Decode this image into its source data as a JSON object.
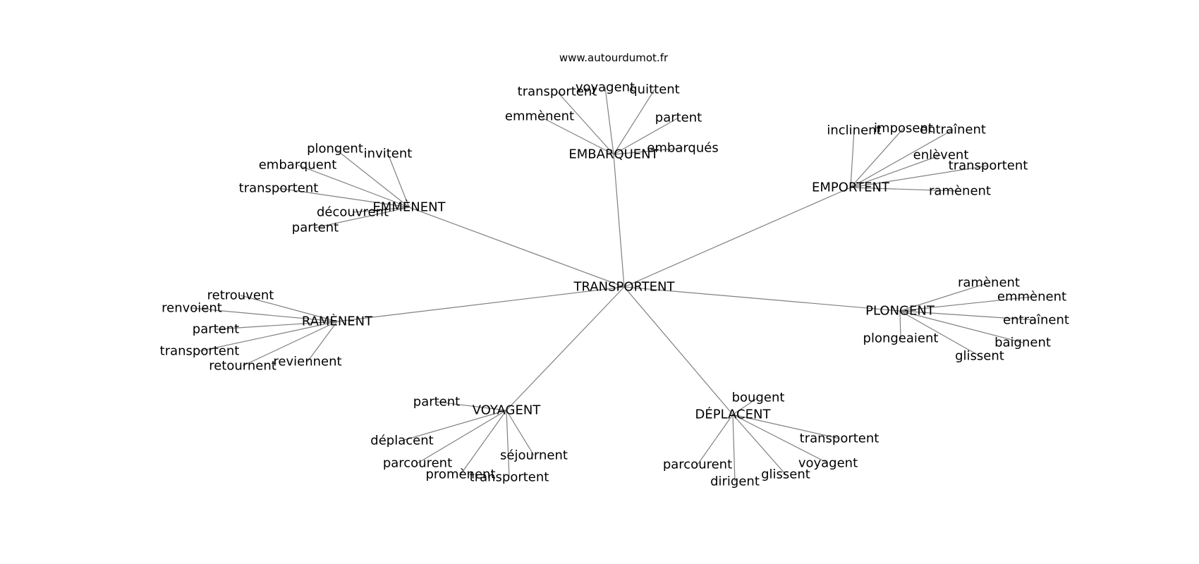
{
  "source": "www.autourdumot.fr",
  "root": "TRANSPORTENT",
  "clusters": [
    {
      "label": "EMBARQUENT",
      "leaves": [
        "transportent",
        "voyagent",
        "quittent",
        "emmènent",
        "partent",
        "embarqués"
      ]
    },
    {
      "label": "EMPORTENT",
      "leaves": [
        "inclinent",
        "imposent",
        "entraînent",
        "enlèvent",
        "transportent",
        "ramènent"
      ]
    },
    {
      "label": "EMMÈNENT",
      "leaves": [
        "plongent",
        "invitent",
        "embarquent",
        "transportent",
        "découvrent",
        "partent"
      ]
    },
    {
      "label": "RAMÈNENT",
      "leaves": [
        "retrouvent",
        "renvoient",
        "partent",
        "transportent",
        "retournent",
        "reviennent"
      ]
    },
    {
      "label": "PLONGENT",
      "leaves": [
        "ramènent",
        "emmènent",
        "entraînent",
        "baignent",
        "glissent",
        "plongeaient"
      ]
    },
    {
      "label": "VOYAGENT",
      "leaves": [
        "partent",
        "déplacent",
        "parcourent",
        "promènent",
        "transportent",
        "séjournent"
      ]
    },
    {
      "label": "DÉPLACENT",
      "leaves": [
        "bougent",
        "transportent",
        "voyagent",
        "glissent",
        "dirigent",
        "parcourent"
      ]
    }
  ]
}
